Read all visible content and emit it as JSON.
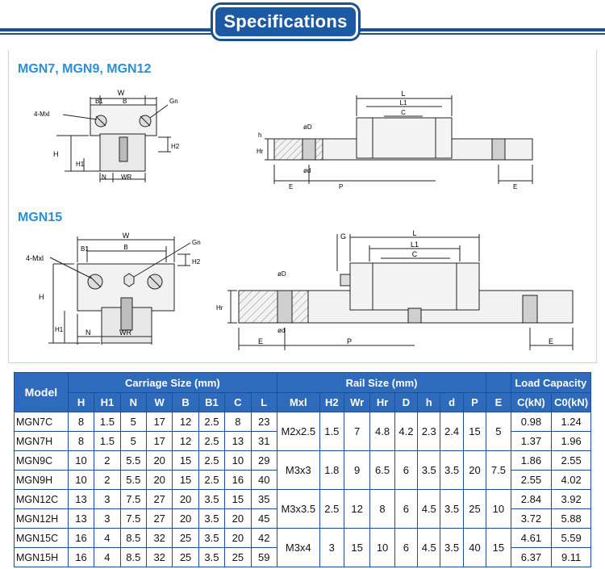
{
  "header": {
    "title": "Specifications"
  },
  "section1": {
    "label": "MGN7, MGN9, MGN12",
    "front": {
      "W": "W",
      "B1": "B1",
      "B": "B",
      "Gn": "Gn",
      "mxl": "4-Mxl",
      "H": "H",
      "H1": "H1",
      "H2": "H2",
      "N": "N",
      "WR": "WR"
    },
    "side": {
      "L": "L",
      "L1": "L1",
      "C": "C",
      "h": "h",
      "phiD": "ød",
      "phiD2": "øD",
      "Hr": "Hr",
      "E": "E",
      "P": "P",
      "E2": "E"
    }
  },
  "section2": {
    "label": "MGN15",
    "front": {
      "W": "W",
      "B1": "B1",
      "B": "B",
      "Gn": "Gn",
      "mxl": "4-Mxl",
      "H": "H",
      "H1": "H1",
      "H2": "H2",
      "N": "N",
      "WR": "WR"
    },
    "side": {
      "G": "G",
      "L": "L",
      "L1": "L1",
      "C": "C",
      "phiD": "øD",
      "phid": "ød",
      "Hr": "Hr",
      "E": "E",
      "P": "P",
      "E2": "E"
    }
  },
  "table": {
    "group_headers": {
      "model": "Model",
      "carriage": "Carriage Size (mm)",
      "rail": "Rail Size (mm)",
      "load": "Load Capacity"
    },
    "columns": [
      "H",
      "H1",
      "N",
      "W",
      "B",
      "B1",
      "C",
      "L",
      "Mxl",
      "H2",
      "Wr",
      "Hr",
      "D",
      "h",
      "d",
      "P",
      "E",
      "C(kN)",
      "C0(kN)"
    ],
    "rows": [
      {
        "model": "MGN7C",
        "H": "8",
        "H1": "1.5",
        "N": "5",
        "W": "17",
        "B": "12",
        "B1": "2.5",
        "C": "8",
        "L": "23",
        "C_kN": "0.98",
        "C0_kN": "1.24"
      },
      {
        "model": "MGN7H",
        "H": "8",
        "H1": "1.5",
        "N": "5",
        "W": "17",
        "B": "12",
        "B1": "2.5",
        "C": "13",
        "L": "31",
        "C_kN": "1.37",
        "C0_kN": "1.96"
      },
      {
        "model": "MGN9C",
        "H": "10",
        "H1": "2",
        "N": "5.5",
        "W": "20",
        "B": "15",
        "B1": "2.5",
        "C": "10",
        "L": "29",
        "C_kN": "1.86",
        "C0_kN": "2.55"
      },
      {
        "model": "MGN9H",
        "H": "10",
        "H1": "2",
        "N": "5.5",
        "W": "20",
        "B": "15",
        "B1": "2.5",
        "C": "16",
        "L": "40",
        "C_kN": "2.55",
        "C0_kN": "4.02"
      },
      {
        "model": "MGN12C",
        "H": "13",
        "H1": "3",
        "N": "7.5",
        "W": "27",
        "B": "20",
        "B1": "3.5",
        "C": "15",
        "L": "35",
        "C_kN": "2.84",
        "C0_kN": "3.92"
      },
      {
        "model": "MGN12H",
        "H": "13",
        "H1": "3",
        "N": "7.5",
        "W": "27",
        "B": "20",
        "B1": "3.5",
        "C": "20",
        "L": "45",
        "C_kN": "3.72",
        "C0_kN": "5.88"
      },
      {
        "model": "MGN15C",
        "H": "16",
        "H1": "4",
        "N": "8.5",
        "W": "32",
        "B": "25",
        "B1": "3.5",
        "C": "20",
        "L": "42",
        "C_kN": "4.61",
        "C0_kN": "5.59"
      },
      {
        "model": "MGN15H",
        "H": "16",
        "H1": "4",
        "N": "8.5",
        "W": "32",
        "B": "25",
        "B1": "3.5",
        "C": "25",
        "L": "59",
        "C_kN": "6.37",
        "C0_kN": "9.11"
      }
    ],
    "rail_groups": [
      {
        "Mxl": "M2x2.5",
        "H2": "1.5",
        "Wr": "7",
        "Hr": "4.8",
        "D": "4.2",
        "h": "2.3",
        "d": "2.4",
        "P": "15"
      },
      {
        "Mxl": "M3x3",
        "H2": "1.8",
        "Wr": "9",
        "Hr": "6.5",
        "D": "6",
        "h": "3.5",
        "d": "3.5",
        "P": "20"
      },
      {
        "Mxl": "M3x3.5",
        "H2": "2.5",
        "Wr": "12",
        "Hr": "8",
        "D": "6",
        "h": "4.5",
        "d": "3.5",
        "P": "25"
      },
      {
        "Mxl": "M3x4",
        "H2": "3",
        "Wr": "15",
        "Hr": "10",
        "D": "6",
        "h": "4.5",
        "d": "3.5",
        "P": "40"
      }
    ],
    "e_groups": [
      "5",
      "7.5",
      "10",
      "15"
    ]
  }
}
